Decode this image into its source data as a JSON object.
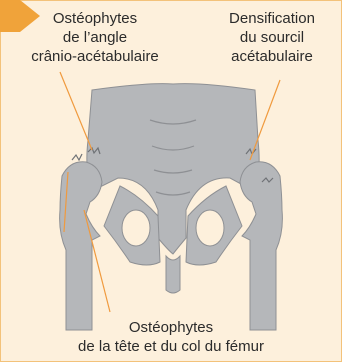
{
  "labels": {
    "osteophytes_angle": [
      "Ostéophytes",
      "de l’angle",
      "crânio-acétabulaire"
    ],
    "densification": [
      "Densification",
      "du sourcil",
      "acétabulaire"
    ],
    "osteophytes_femur": [
      "Ostéophytes",
      "de la tête et du col du fémur"
    ]
  },
  "colors": {
    "background": "#fdf0dc",
    "corner_accent": "#f0a33a",
    "bone_fill": "#b5b7ba",
    "bone_stroke": "#8e9094",
    "leader_line": "#f09a3e",
    "label_text": "#2b2b2b",
    "frame": "#f3c27a"
  }
}
